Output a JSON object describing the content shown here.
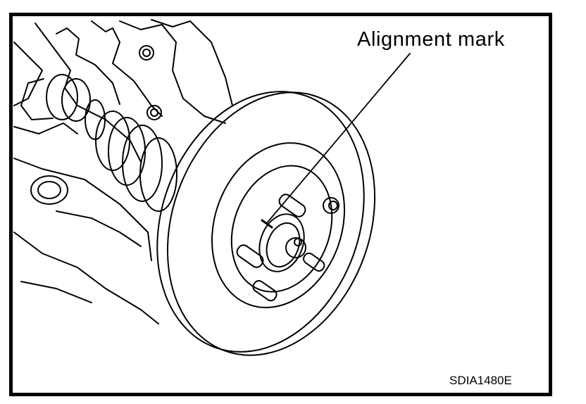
{
  "figure": {
    "callout_label": "Alignment mark",
    "figure_code": "SDIA1480E",
    "subject": "Front wheel hub with brake disc rotor, drive shaft boot and steering knuckle",
    "colors": {
      "ink": "#000000",
      "paper": "#ffffff"
    }
  }
}
